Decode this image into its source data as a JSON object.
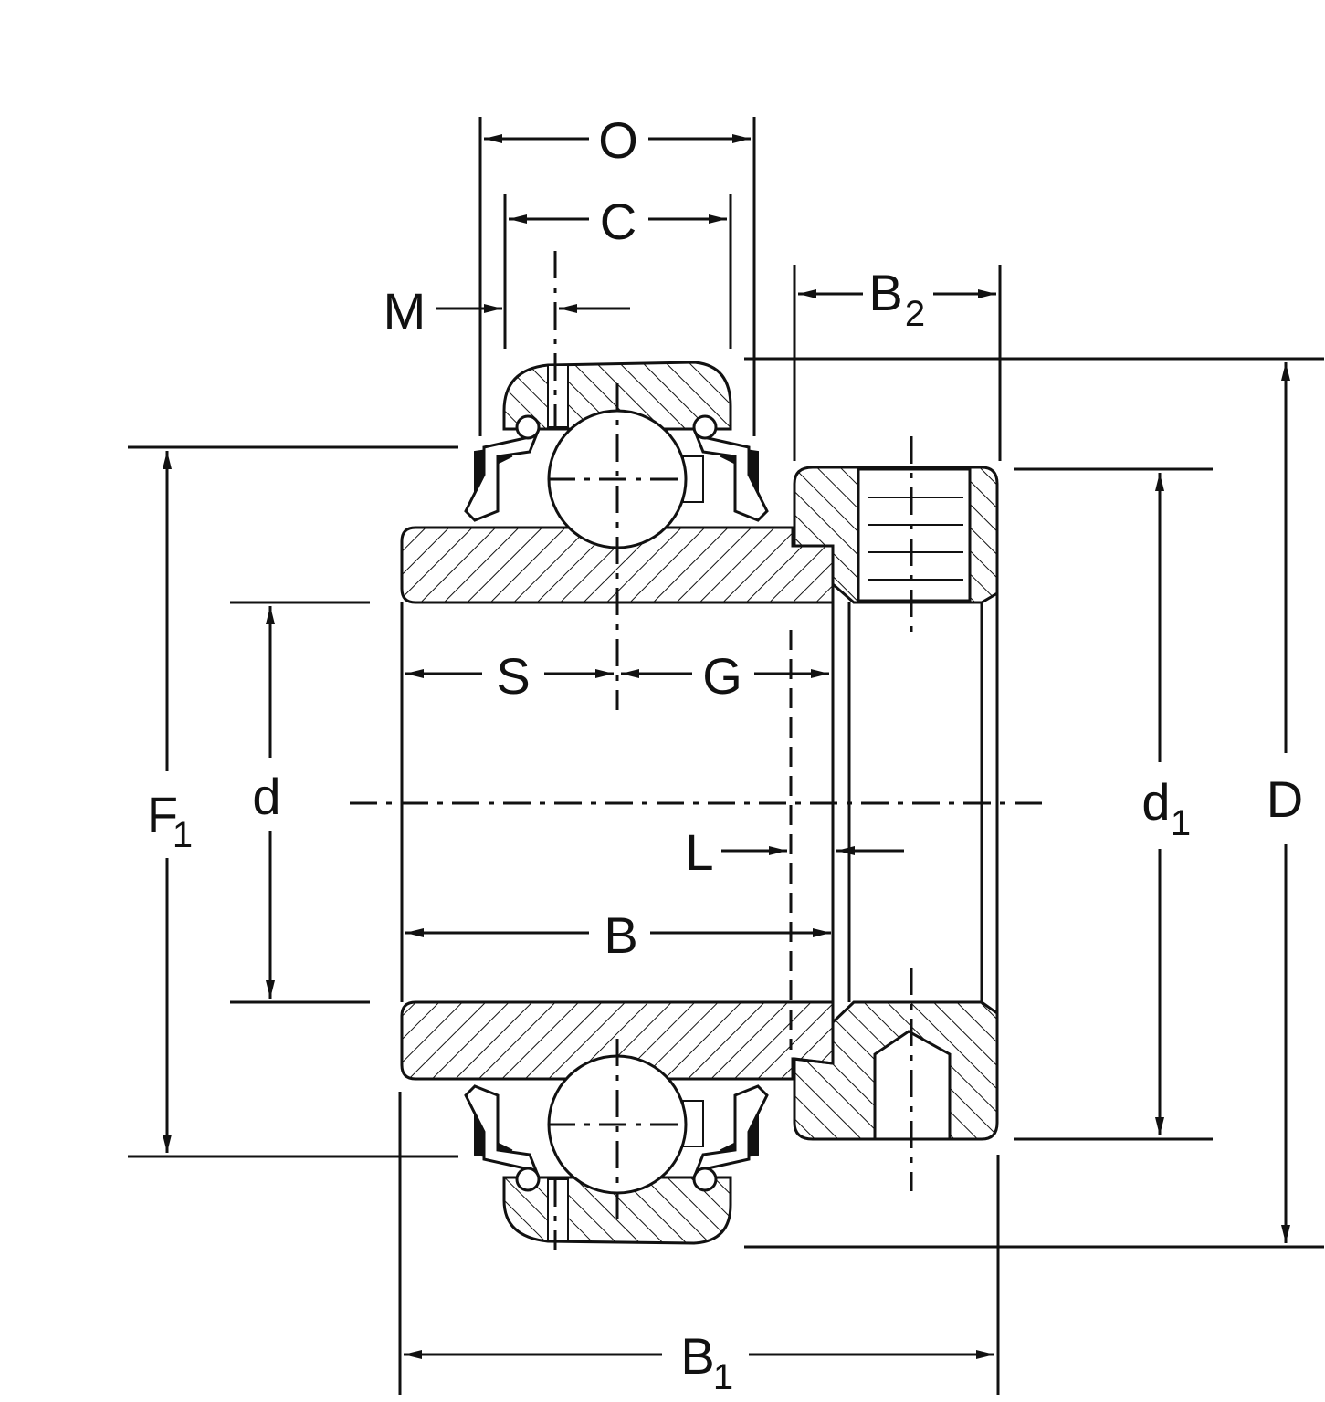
{
  "labels": {
    "O": "O",
    "C": "C",
    "M": "M",
    "B2_main": "B",
    "B2_sub": "2",
    "S": "S",
    "G": "G",
    "F1_main": "F",
    "F1_sub": "1",
    "d": "d",
    "d1_main": "d",
    "d1_sub": "1",
    "D": "D",
    "L": "L",
    "B": "B",
    "B1_main": "B",
    "B1_sub": "1"
  },
  "colors": {
    "ink": "#111111",
    "background": "#ffffff"
  }
}
